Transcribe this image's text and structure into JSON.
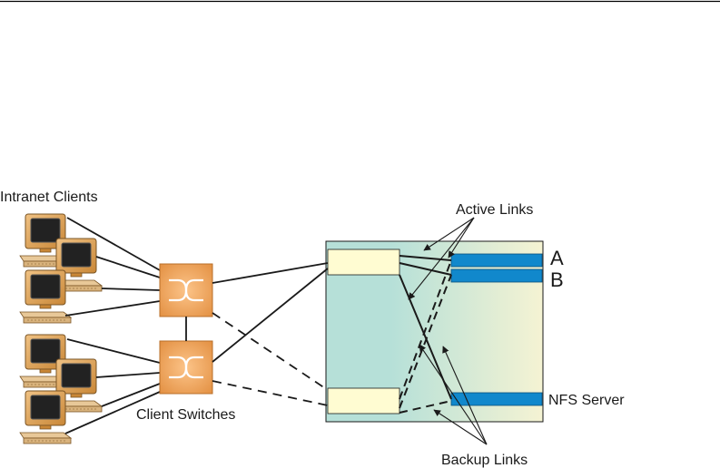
{
  "labels": {
    "clients": "Intranet Clients",
    "switches": "Client Switches",
    "active": "Active Links",
    "backup": "Backup Links",
    "port_a": "A",
    "port_b": "B",
    "nfs": "NFS Server"
  },
  "colors": {
    "chassis_left": "#b6e0d8",
    "chassis_right": "#f4f2d2",
    "module": "#fffcd2",
    "port": "#1188cc",
    "switch": "#f2a55c",
    "monitor": "#e2a65a"
  }
}
